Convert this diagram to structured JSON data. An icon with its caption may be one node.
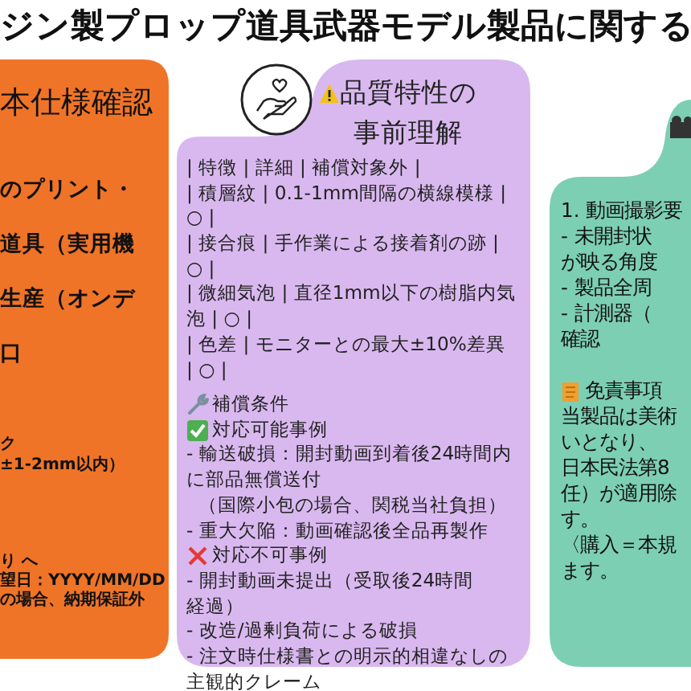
{
  "diagram": {
    "title": "ジン製プロップ道具武器モデル製品に関する",
    "nodes": [
      {
        "text": [
          "本仕様確認",
          "のプリント・",
          "道具（実用機",
          "生産（オンデ",
          "口",
          "ク",
          "±1-2mm以内）",
          "り へ",
          "望日：YYYY/MM/DD",
          "の場合、納期保証外"
        ]
      },
      {
        "text": [
          "品質特性の事前理解",
          "| 特徴 | 詳細 | 補償対象外 |",
          "| 積層紋 | 0.1-1mm間隔の横線模様 | ○ |",
          "| 接合痕 | 手作業による接着剤の跡 | ○ |",
          "| 微細気泡 | 直径1mm以下の樹脂内気泡 | ○ |",
          "| 色差 | モニターとの最大±10%差異 | ○ |",
          "補償条件",
          "対応可能事例",
          "- 輸送破損：開封動画到着後24時間内に部品無償送付",
          "  （国際小包の場合、関税当社負担）",
          "- 重大欠陥：動画確認後全品再製作",
          "対応不可事例",
          "- 開封動画未提出（受取後24時間経過）",
          "- 改造/過剰負荷による破損",
          "- 注文時仕様書との明示的相違なしの主観的クレーム"
        ]
      },
      {
        "text": [
          "1. 動画撮影要",
          "  - 未開封状",
          "が映る角度",
          "  - 製品全周",
          "  - 計測器（",
          "確認",
          "免責事項",
          "当製品は美術",
          "いとなり、",
          "日本民法第8",
          "任）が適用除",
          "す。",
          "〈購入＝本規",
          "ます。"
        ]
      }
    ]
  }
}
